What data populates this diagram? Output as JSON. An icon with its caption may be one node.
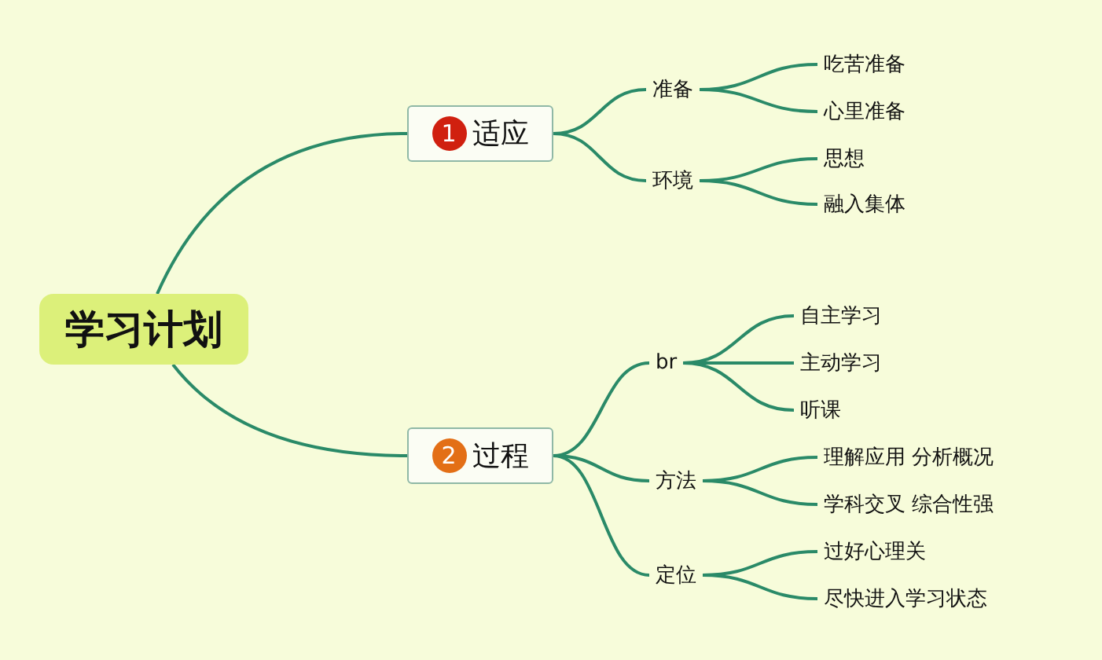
{
  "diagram": {
    "nodes": [
      {
        "text": [
          "学习计划"
        ]
      },
      {
        "text": [
          "1",
          "适应"
        ]
      },
      {
        "text": [
          "准备"
        ]
      },
      {
        "text": [
          "环境"
        ]
      },
      {
        "text": [
          "吃苦准备"
        ]
      },
      {
        "text": [
          "心里准备"
        ]
      },
      {
        "text": [
          "思想"
        ]
      },
      {
        "text": [
          "融入集体"
        ]
      },
      {
        "text": [
          "2",
          "过程"
        ]
      },
      {
        "text": [
          "br"
        ]
      },
      {
        "text": [
          "自主学习"
        ]
      },
      {
        "text": [
          "主动学习"
        ]
      },
      {
        "text": [
          "听课"
        ]
      },
      {
        "text": [
          "方法"
        ]
      },
      {
        "text": [
          "理解应用 分析概况"
        ]
      },
      {
        "text": [
          "学科交叉 综合性强"
        ]
      },
      {
        "text": [
          "定位"
        ]
      },
      {
        "text": [
          "过好心理关"
        ]
      },
      {
        "text": [
          "尽快进入学习状态"
        ]
      }
    ],
    "edges": [
      {
        "from": 0,
        "to": 1,
        "arrow": "none"
      },
      {
        "from": 1,
        "to": 2,
        "arrow": "none"
      },
      {
        "from": 1,
        "to": 3,
        "arrow": "none"
      },
      {
        "from": 2,
        "to": 4,
        "arrow": "none"
      },
      {
        "from": 2,
        "to": 5,
        "arrow": "none"
      },
      {
        "from": 3,
        "to": 6,
        "arrow": "none"
      },
      {
        "from": 3,
        "to": 7,
        "arrow": "none"
      },
      {
        "from": 0,
        "to": 8,
        "arrow": "none"
      },
      {
        "from": 8,
        "to": 9,
        "arrow": "none"
      },
      {
        "from": 8,
        "to": 13,
        "arrow": "none"
      },
      {
        "from": 8,
        "to": 16,
        "arrow": "none"
      },
      {
        "from": 9,
        "to": 10,
        "arrow": "none"
      },
      {
        "from": 9,
        "to": 11,
        "arrow": "none"
      },
      {
        "from": 9,
        "to": 12,
        "arrow": "none"
      },
      {
        "from": 13,
        "to": 14,
        "arrow": "none"
      },
      {
        "from": 13,
        "to": 15,
        "arrow": "none"
      },
      {
        "from": 16,
        "to": 17,
        "arrow": "none"
      },
      {
        "from": 16,
        "to": 18,
        "arrow": "none"
      }
    ]
  }
}
